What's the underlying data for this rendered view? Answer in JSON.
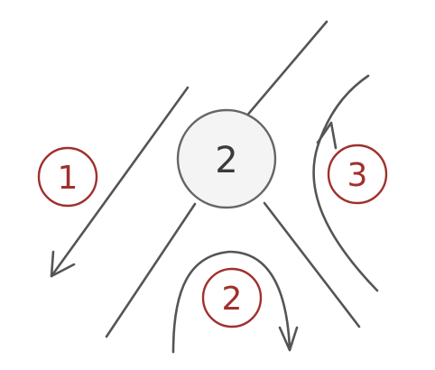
{
  "diagram": {
    "node": {
      "label": "2"
    },
    "labels": [
      {
        "text": "1"
      },
      {
        "text": "2"
      },
      {
        "text": "3"
      }
    ],
    "colors": {
      "line": "#555555",
      "node_fill": "#f4f4f4",
      "node_stroke": "#666666",
      "label": "#a0302c"
    }
  }
}
